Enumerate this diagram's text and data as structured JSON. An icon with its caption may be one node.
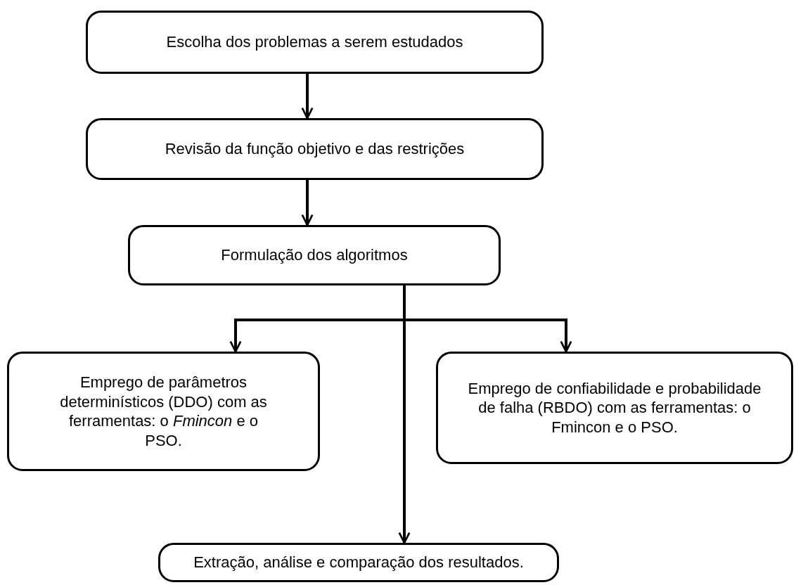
{
  "diagram": {
    "nodes": [
      {
        "text": [
          "Escolha dos problemas a serem estudados"
        ]
      },
      {
        "text": [
          "Revisão da função objetivo e das restrições"
        ]
      },
      {
        "text": [
          "Formulação dos algoritmos"
        ]
      },
      {
        "text": [
          "Emprego de parâmetros determinísticos (DDO) com as ferramentas: o *Fmincon* e o PSO."
        ]
      },
      {
        "text": [
          "Emprego de confiabilidade e probabilidade de falha (RBDO) com as ferramentas: o Fmincon e o PSO."
        ]
      },
      {
        "text": [
          "Extração, análise e comparação dos resultados."
        ]
      }
    ],
    "edges": [
      {
        "from": 0,
        "to": 1,
        "arrow": "to"
      },
      {
        "from": 1,
        "to": 2,
        "arrow": "to"
      },
      {
        "from": 2,
        "to": 3,
        "arrow": "to"
      },
      {
        "from": 2,
        "to": 4,
        "arrow": "to"
      },
      {
        "from": 2,
        "to": 5,
        "arrow": "to"
      }
    ]
  }
}
